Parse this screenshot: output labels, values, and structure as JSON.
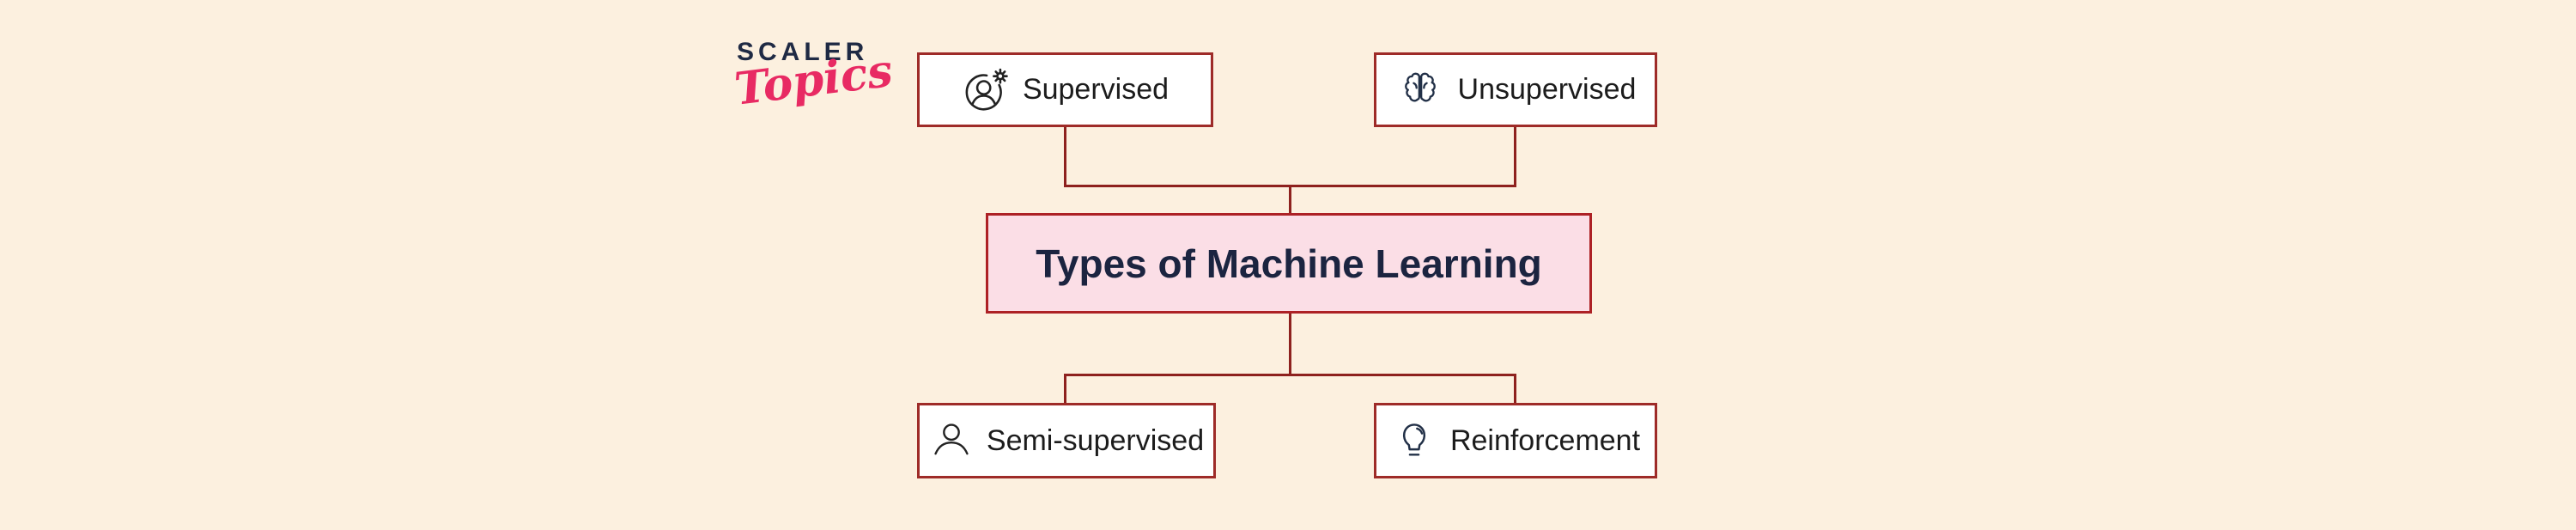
{
  "colors": {
    "background": "#FCF0DF",
    "node_fill": "#FFFFFF",
    "node_border": "#9E2B28",
    "root_fill": "#FBDEE6",
    "root_border": "#AD2125",
    "connector": "#8E211E",
    "title_text": "#1B2440",
    "label_text": "#1C1C1C",
    "logo_brand_color": "#1F2A44",
    "logo_script_color": "#E82A63"
  },
  "logo": {
    "brand": "SCALER",
    "script": "Topics"
  },
  "diagram": {
    "root": {
      "label": "Types of Machine Learning"
    },
    "top_children": [
      {
        "label": "Supervised",
        "icon": "user-star-icon"
      },
      {
        "label": "Unsupervised",
        "icon": "brain-icon"
      }
    ],
    "bottom_children": [
      {
        "label": "Semi-supervised",
        "icon": "person-icon"
      },
      {
        "label": "Reinforcement",
        "icon": "lightbulb-icon"
      }
    ]
  }
}
